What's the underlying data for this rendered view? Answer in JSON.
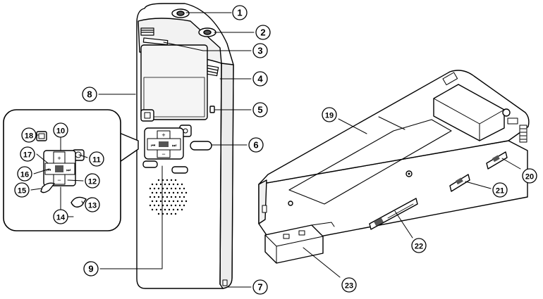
{
  "callouts": [
    {
      "n": "1",
      "symbol": "①"
    },
    {
      "n": "2",
      "symbol": "②"
    },
    {
      "n": "3",
      "symbol": "③"
    },
    {
      "n": "4",
      "symbol": "④"
    },
    {
      "n": "5",
      "symbol": "⑤"
    },
    {
      "n": "6",
      "symbol": "⑥"
    },
    {
      "n": "7",
      "symbol": "⑦"
    },
    {
      "n": "8",
      "symbol": "⑧"
    },
    {
      "n": "9",
      "symbol": "⑨"
    },
    {
      "n": "10",
      "symbol": "⑩"
    },
    {
      "n": "11",
      "symbol": "⑪"
    },
    {
      "n": "12",
      "symbol": "⑫"
    },
    {
      "n": "13",
      "symbol": "⑬"
    },
    {
      "n": "14",
      "symbol": "⑭"
    },
    {
      "n": "15",
      "symbol": "⑮"
    },
    {
      "n": "16",
      "symbol": "⑯"
    },
    {
      "n": "17",
      "symbol": "⑰"
    },
    {
      "n": "18",
      "symbol": "⑱"
    },
    {
      "n": "19",
      "symbol": "⑲"
    },
    {
      "n": "20",
      "symbol": "⑳"
    },
    {
      "n": "21",
      "symbol": "㉑"
    },
    {
      "n": "22",
      "symbol": "㉒"
    },
    {
      "n": "23",
      "symbol": "㉓"
    }
  ],
  "colors": {
    "line": "#000000",
    "body_fill": "#ffffff",
    "shade": "#d9d9d9",
    "dark": "#555555"
  }
}
